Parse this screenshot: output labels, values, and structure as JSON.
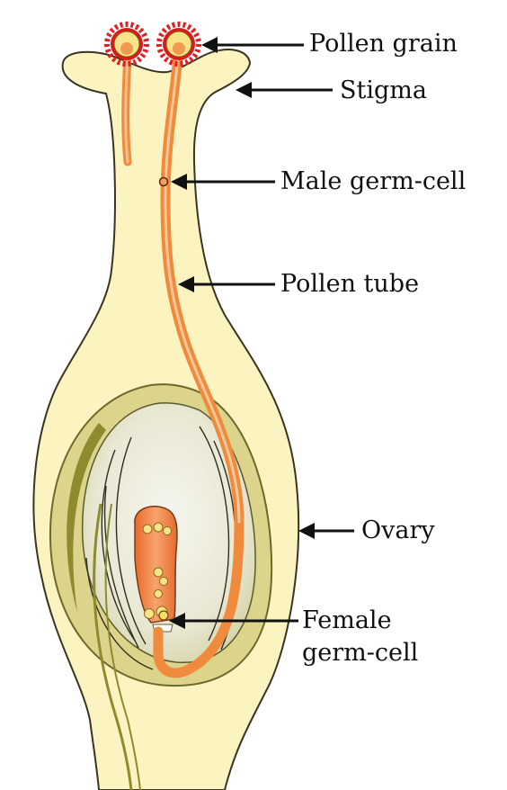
{
  "labels": {
    "pollen_grain": "Pollen grain",
    "stigma": "Stigma",
    "male_germ_cell": "Male germ-cell",
    "pollen_tube": "Pollen tube",
    "ovary": "Ovary",
    "female_germ_cell_line1": "Female",
    "female_germ_cell_line2": "germ-cell"
  },
  "colors": {
    "pistil_fill": "#fbf3c0",
    "pistil_outline": "#3a3420",
    "ovary_wall": "#dcd48a",
    "ovary_wall_dark": "#8e8a2e",
    "ovule": "#efeee0",
    "pollen_tube": "#f08a3c",
    "embryo_sac": "#ef8648",
    "pollen_spikes": "#e02020",
    "pollen_core": "#f7e48a",
    "label_text": "#111111",
    "arrow": "#111111"
  }
}
